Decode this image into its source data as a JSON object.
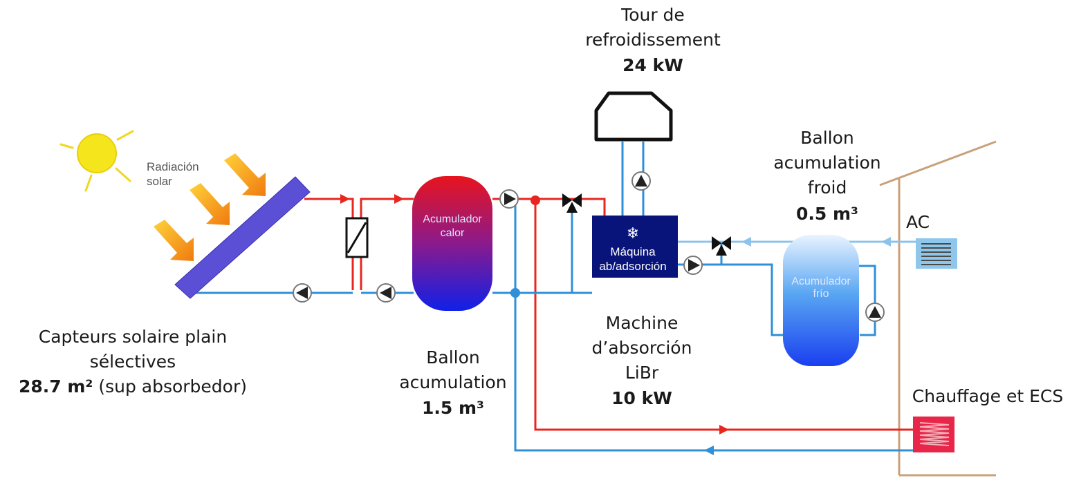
{
  "labels": {
    "cooling_tower": {
      "line1": "Tour de",
      "line2": "refroidissement",
      "power": "24 kW"
    },
    "cold_tank": {
      "line1": "Ballon",
      "line2": "acumulation",
      "line3": "froid",
      "volume": "0.5 m³"
    },
    "ac_unit": "AC",
    "radiation": {
      "line1": "Radiación",
      "line2": "solar"
    },
    "hot_tank_inner": {
      "line1": "Acumulador",
      "line2": "calor"
    },
    "cold_tank_inner": {
      "line1": "Acumulador",
      "line2": "frío"
    },
    "machine_inner": {
      "line1": "Máquina",
      "line2": "ab/adsorción",
      "icon": "❄"
    },
    "collectors": {
      "line1": "Capteurs solaire plain",
      "line2": "sélectives",
      "area": "28.7 m²",
      "area_note": " (sup absorbedor)"
    },
    "hot_tank": {
      "line1": "Ballon",
      "line2": "acumulation",
      "volume": "1.5 m³"
    },
    "absorption_machine": {
      "line1": "Machine",
      "line2": "d’absorción",
      "line3": "LiBr",
      "power": "10 kW"
    },
    "heating": "Chauffage et ECS"
  },
  "icons": [
    "sun-icon",
    "radiation-arrow-icon",
    "solar-collector-icon",
    "heat-exchanger-icon",
    "pump-icon",
    "three-way-valve-icon",
    "snowflake-icon",
    "cooling-tower-icon",
    "ac-unit-icon",
    "radiator-icon",
    "house-outline-icon"
  ],
  "colors": {
    "hot_line": "#e8261f",
    "cold_line": "#2f8fd8",
    "ac_line": "#8cc3ea",
    "machine": "#08147a",
    "collector": "#5b4fd6",
    "sun": "#f5e51c",
    "house": "#c8a17a",
    "radiator": "#e8264a"
  }
}
